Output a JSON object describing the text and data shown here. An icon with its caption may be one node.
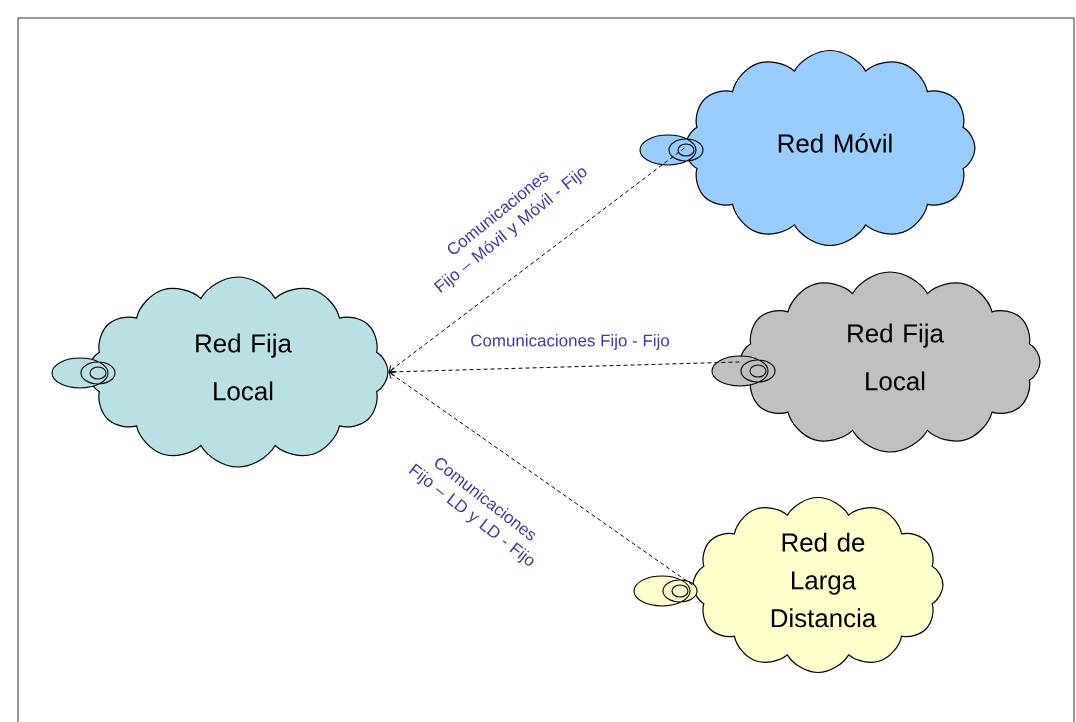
{
  "diagram": {
    "nodes": [
      {
        "text": [
          "Red Fija Local"
        ]
      },
      {
        "text": [
          "Red Móvil"
        ]
      },
      {
        "text": [
          "Red Fija Local"
        ]
      },
      {
        "text": [
          "Red de Larga Distancia"
        ]
      }
    ],
    "edges": [
      {
        "from": 1,
        "to": 0,
        "arrow": "to",
        "style": "dashed",
        "label": "Comunicaciones Fijo – Móvil y Móvil - Fijo"
      },
      {
        "from": 2,
        "to": 0,
        "arrow": "to",
        "style": "dashed",
        "label": "Comunicaciones Fijo - Fijo"
      },
      {
        "from": 3,
        "to": 0,
        "arrow": "to",
        "style": "dashed",
        "label": "Comunicaciones Fijo – LD y LD - Fijo"
      }
    ]
  }
}
